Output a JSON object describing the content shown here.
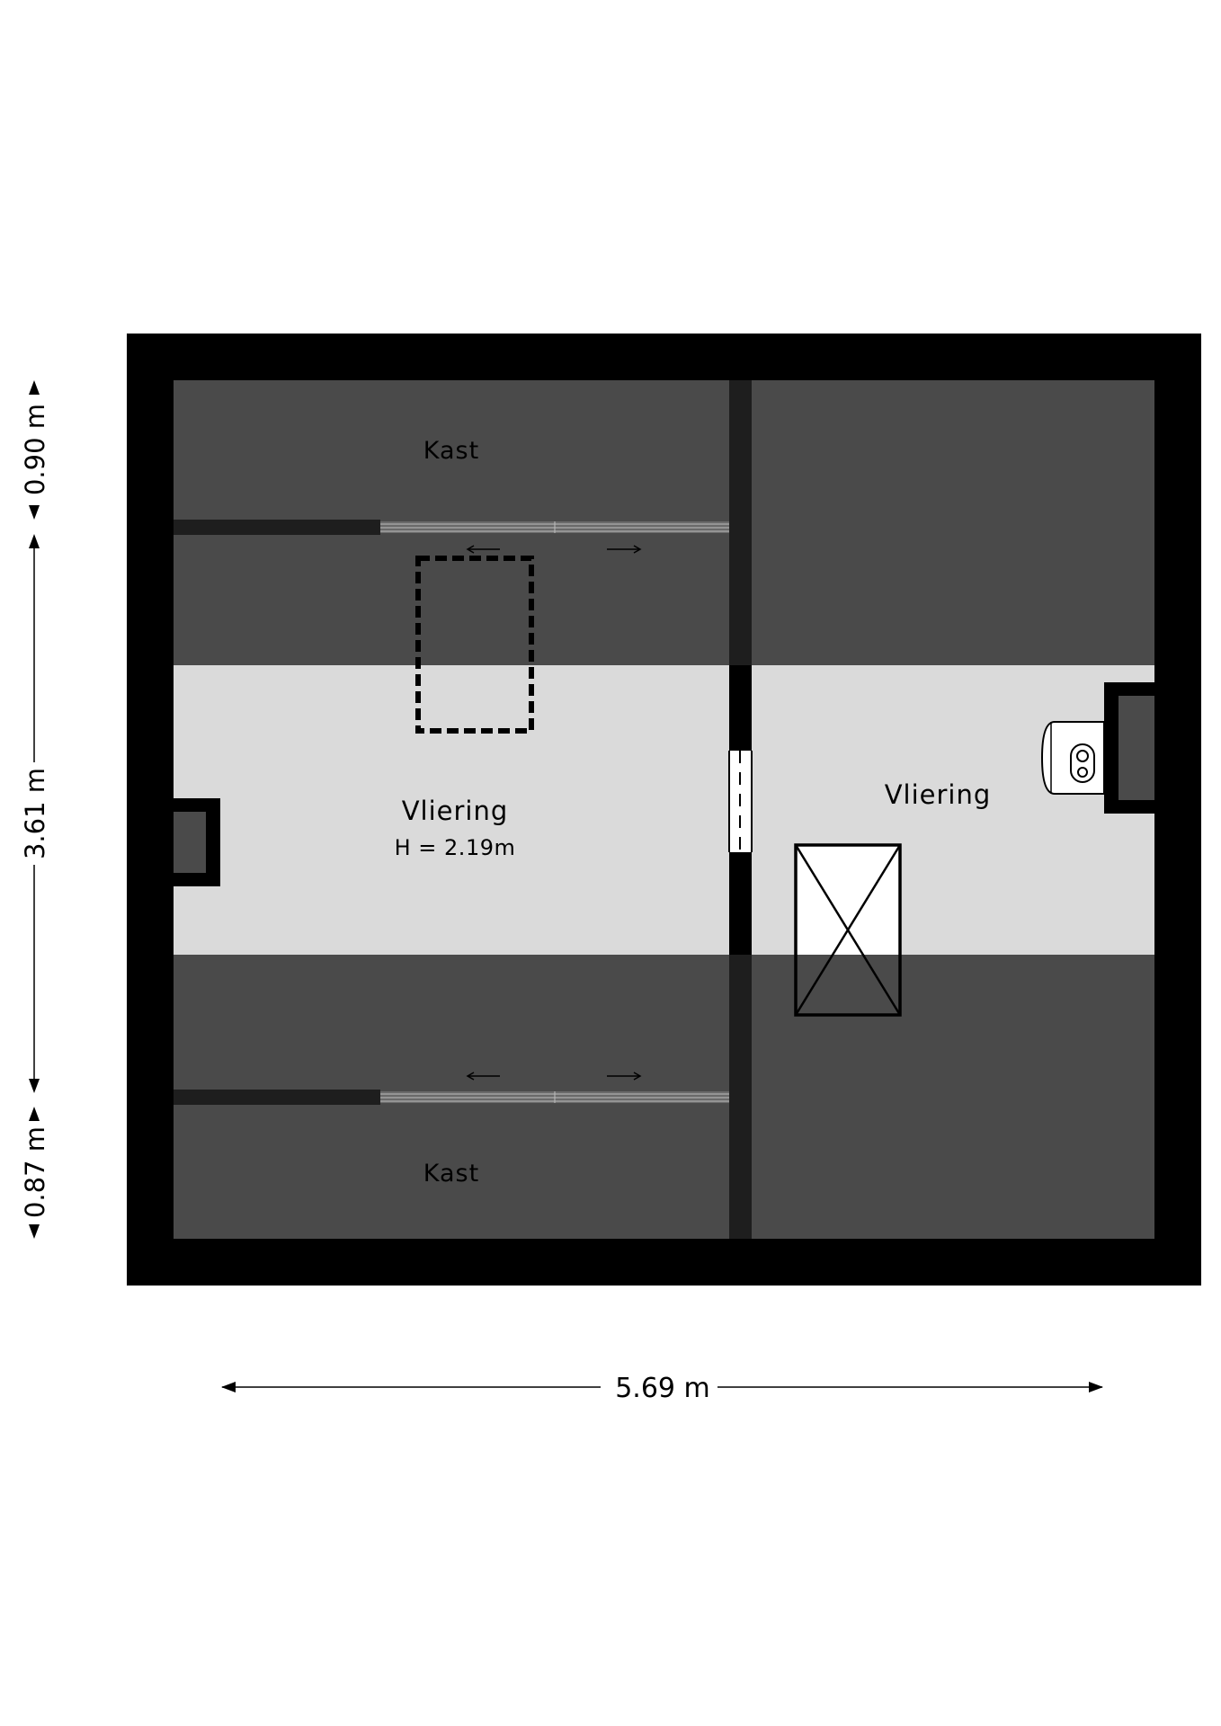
{
  "rooms": {
    "kast_top": {
      "name": "Kast"
    },
    "kast_bottom": {
      "name": "Kast"
    },
    "vliering_left": {
      "name": "Vliering",
      "height": "H = 2.19m"
    },
    "vliering_right": {
      "name": "Vliering"
    }
  },
  "dimensions": {
    "width_total": "5.69 m",
    "left_top": "0.90 m",
    "left_middle": "3.61 m",
    "left_bottom": "0.87 m"
  },
  "colors": {
    "wall": "#000000",
    "low_ceiling_area": "#4a4a4a",
    "floor_area": "#dadada",
    "background": "#ffffff"
  }
}
